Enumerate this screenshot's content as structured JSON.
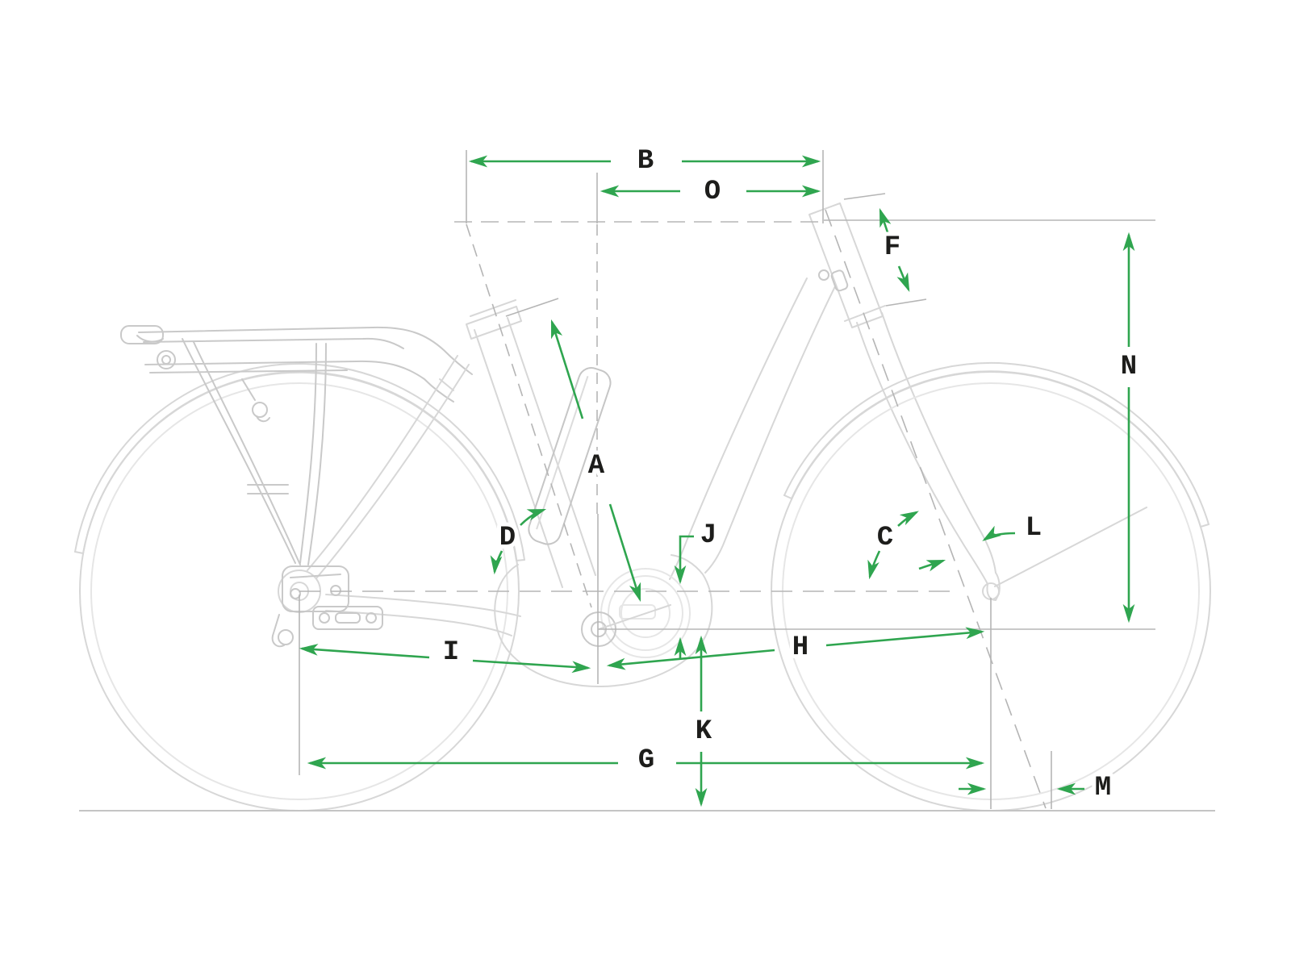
{
  "colors": {
    "dimension": "#2FA54F",
    "label": "#1D1D1B",
    "bike_line": "#D7D7D7",
    "reference_line": "#B5B5B5",
    "ground": "#C4C4C4",
    "background": "#FFFFFF"
  },
  "diagram": {
    "type": "bike-geometry-line-drawing",
    "labels": {
      "A": "A",
      "B": "B",
      "C": "C",
      "D": "D",
      "F": "F",
      "G": "G",
      "H": "H",
      "I": "I",
      "J": "J",
      "K": "K",
      "L": "L",
      "M": "M",
      "N": "N",
      "O": "O"
    }
  }
}
